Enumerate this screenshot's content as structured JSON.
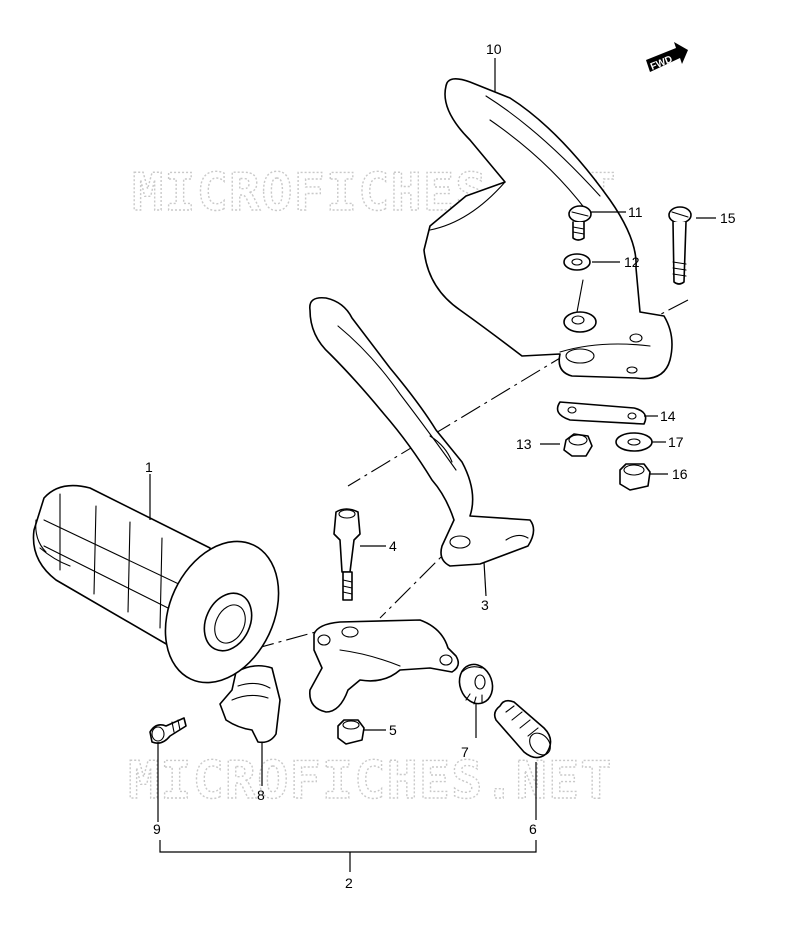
{
  "watermark": {
    "text": "MICROFICHES.NET"
  },
  "direction_badge": {
    "text": "FWD"
  },
  "callouts": {
    "c1": "1",
    "c2": "2",
    "c3": "3",
    "c4": "4",
    "c5": "5",
    "c6": "6",
    "c7": "7",
    "c8": "8",
    "c9": "9",
    "c10": "10",
    "c11": "11",
    "c12": "12",
    "c13": "13",
    "c14": "14",
    "c15": "15",
    "c16": "16",
    "c17": "17"
  }
}
